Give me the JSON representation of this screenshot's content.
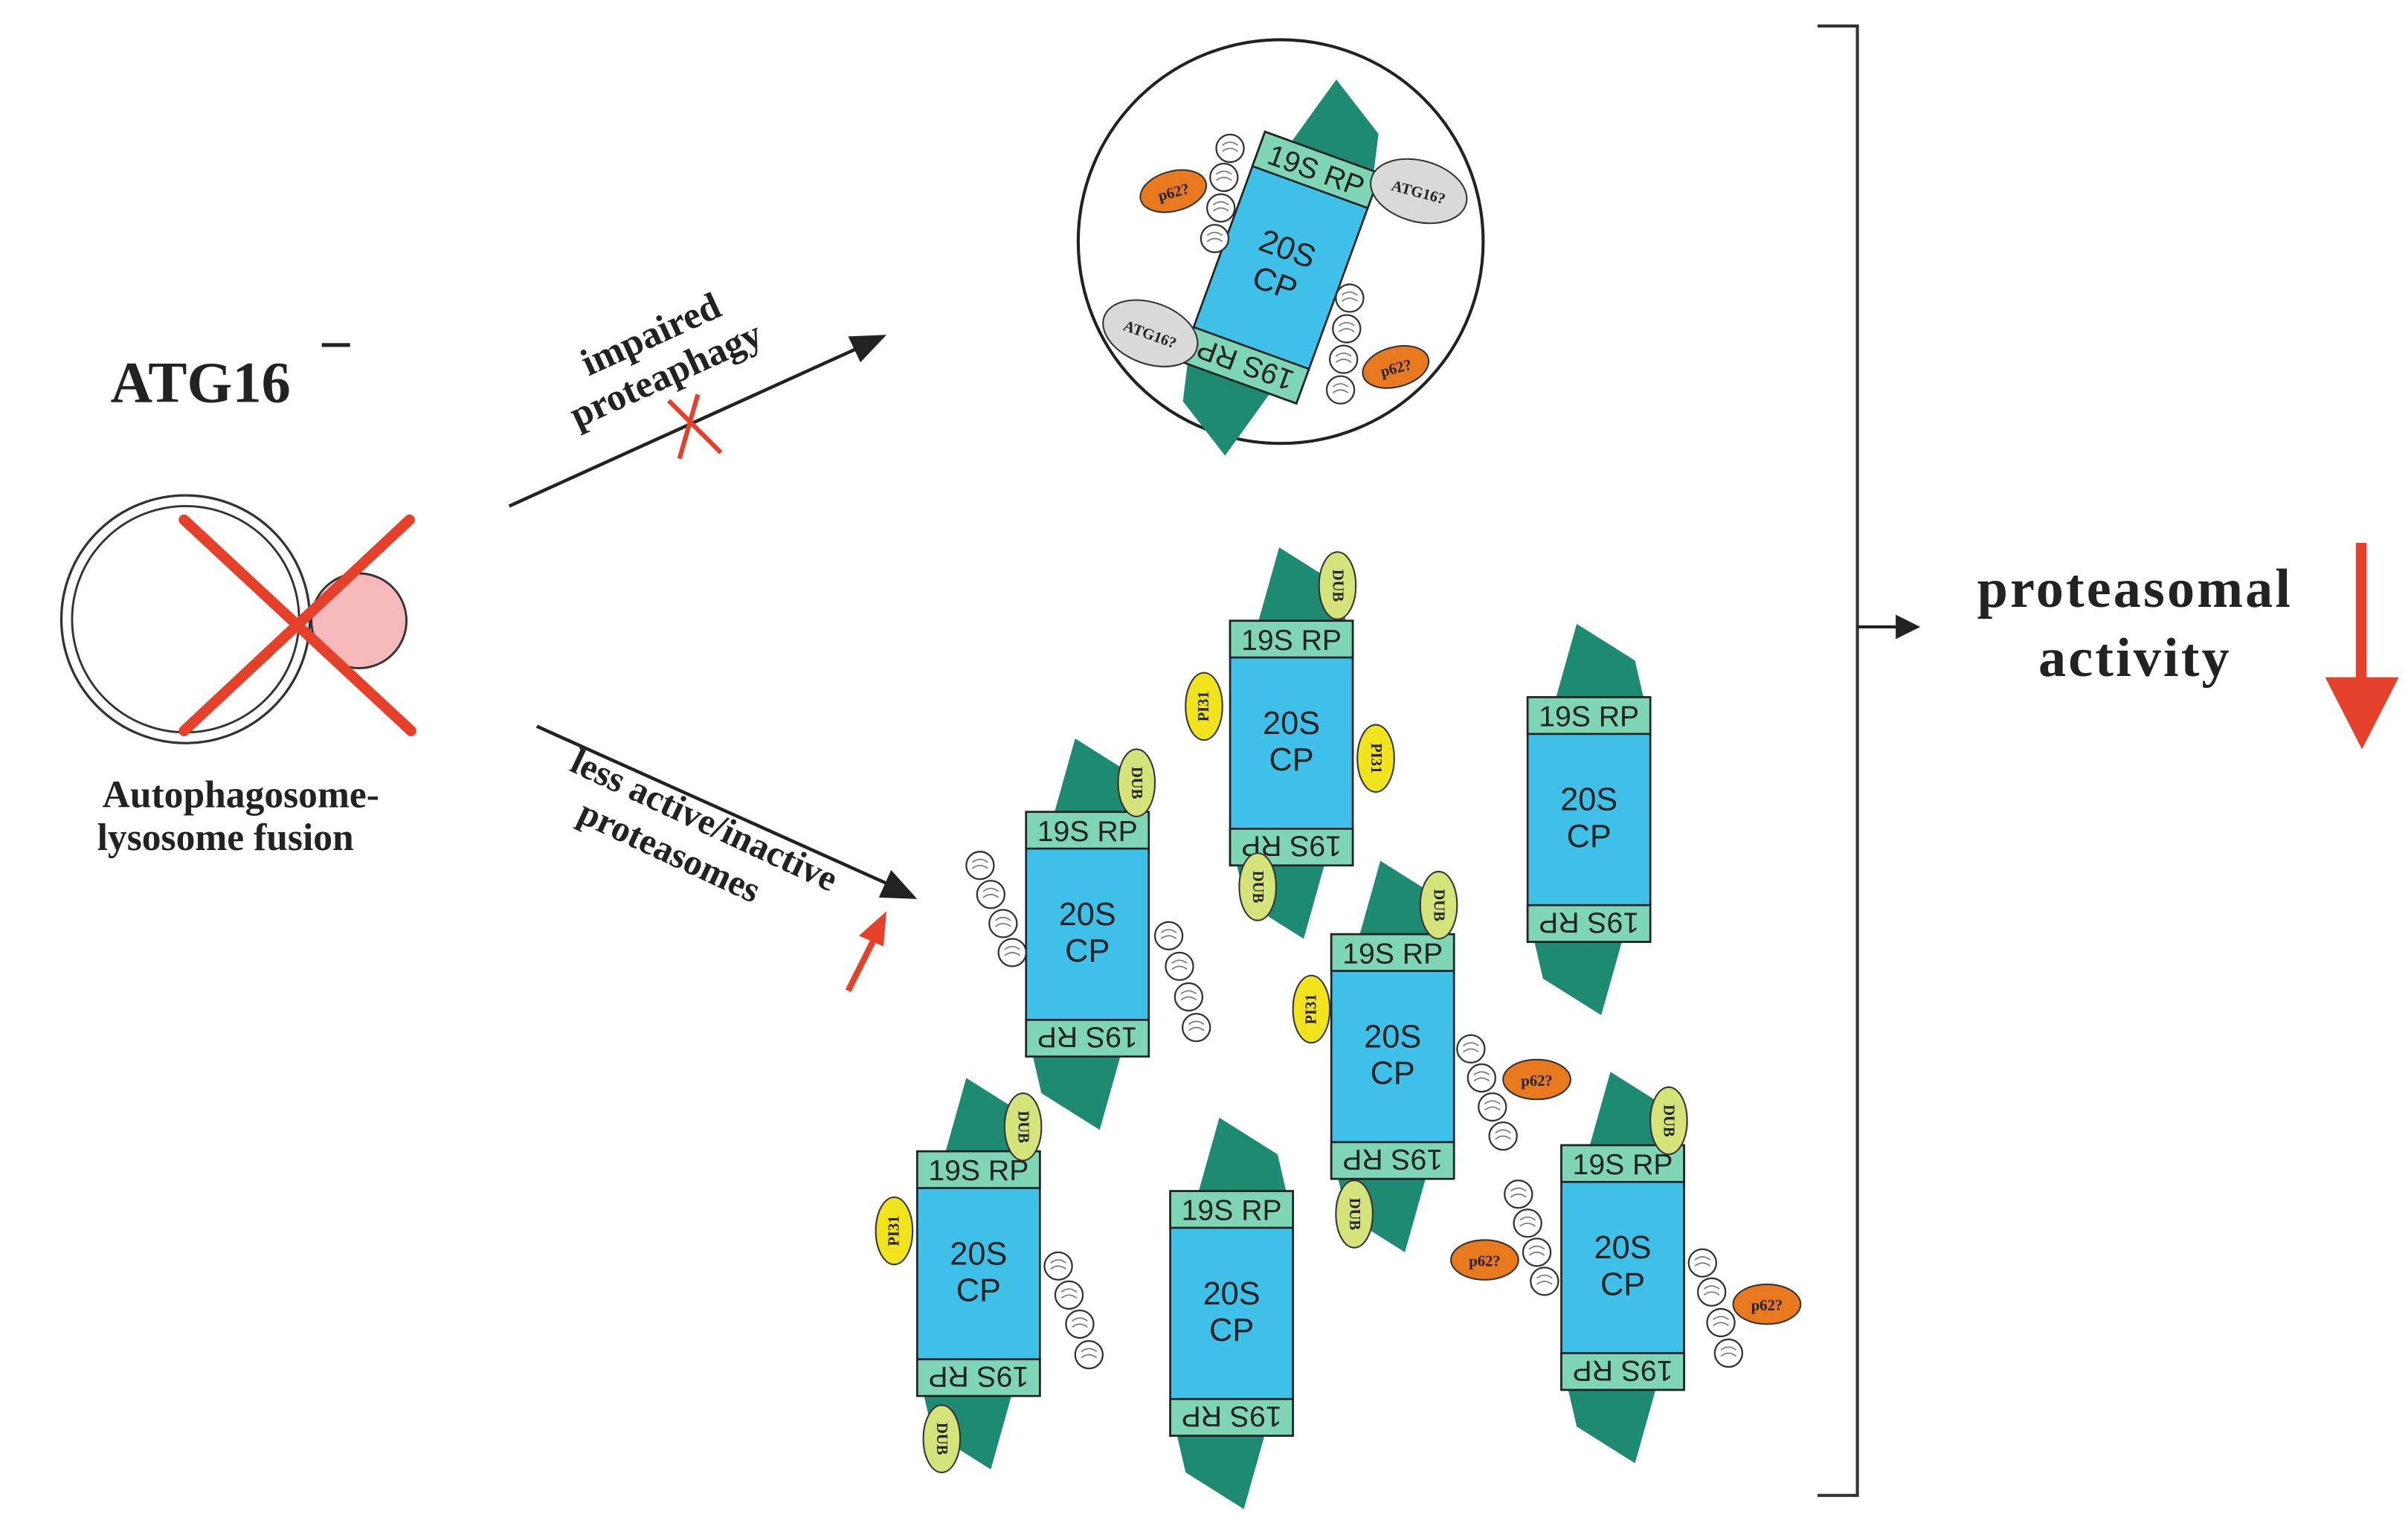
{
  "left": {
    "title": "ATG16",
    "title_superscript": "–",
    "caption_line1": "Autophagosome-",
    "caption_line2": "lysosome fusion"
  },
  "arrows": {
    "upper_label_line1": "impaired",
    "upper_label_line2": "proteaphagy",
    "lower_label_line1": "less active/inactive",
    "lower_label_line2": "proteasomes"
  },
  "proteasome": {
    "rp_label": "19S RP",
    "cp_label_line1": "20S",
    "cp_label_line2": "CP"
  },
  "tags": {
    "p62": "p62?",
    "atg16": "ATG16?",
    "dub": "DUB",
    "pi31": "PI31"
  },
  "result": {
    "label_line1": "proteasomal",
    "label_line2": "activity"
  },
  "colors": {
    "red": "#e5402a",
    "teal_dark": "#1f8a72",
    "teal_light": "#7fd6b6",
    "cp_blue": "#3ec0e8",
    "p62_orange": "#e8791e",
    "pi31_yellow": "#f2e41c",
    "dub_olive": "#d6e27a",
    "atg16_gray": "#d9d9d9",
    "lysosome_pink": "#f5b8bb"
  }
}
